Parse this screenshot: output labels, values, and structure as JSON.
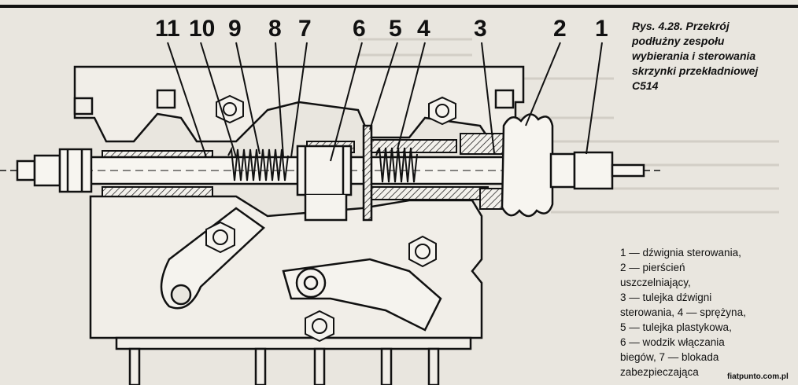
{
  "figure": {
    "callouts": [
      "1",
      "2",
      "3",
      "4",
      "5",
      "6",
      "7",
      "8",
      "9",
      "10",
      "11"
    ],
    "caption": [
      "Rys. 4.28. Przekrój",
      "podłużny zespołu",
      "wybierania i sterowania",
      "skrzynki przekładniowej",
      "C514"
    ],
    "legend": [
      "1 — dźwignia sterowania,",
      "2 — pierścień",
      "uszczelniający,",
      "3 — tulejka dźwigni",
      "sterowania, 4 — sprężyna,",
      "5 — tulejka plastykowa,",
      "6 — wodzik włączania",
      "biegów, 7 — blokada",
      "zabezpieczająca"
    ],
    "watermark": "fiatpunto.com.pl"
  }
}
